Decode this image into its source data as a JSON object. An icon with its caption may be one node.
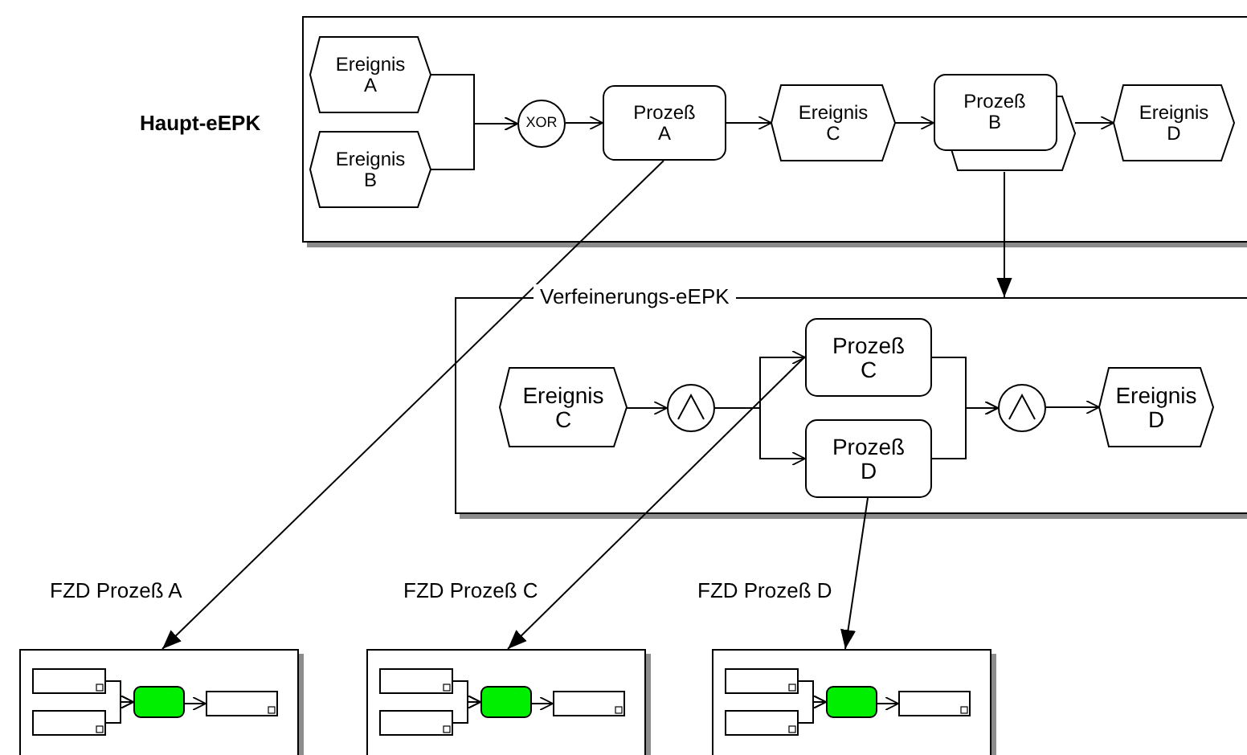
{
  "diagram": {
    "nodes": [
      {
        "text": [
          "Haupt-eEPK"
        ]
      },
      {
        "text": [
          "Ereignis A"
        ],
        "in": 0
      },
      {
        "text": [
          "Ereignis B"
        ],
        "in": 0
      },
      {
        "text": [
          "XOR"
        ],
        "in": 0
      },
      {
        "text": [
          "Prozeß A"
        ],
        "in": 0
      },
      {
        "text": [
          "Ereignis C"
        ],
        "in": 0
      },
      {
        "text": [
          "Prozeß B"
        ],
        "in": 0
      },
      {
        "text": [
          "Ereignis D"
        ],
        "in": 0
      },
      {
        "text": [
          "Verfeinerungs-eEPK"
        ]
      },
      {
        "text": [
          "Ereignis C"
        ],
        "in": 8
      },
      {
        "text": [],
        "shape": "circle",
        "in": 8
      },
      {
        "text": [
          "Prozeß C"
        ],
        "in": 8
      },
      {
        "text": [
          "Prozeß D"
        ],
        "in": 8
      },
      {
        "text": [],
        "shape": "circle",
        "in": 8
      },
      {
        "text": [
          "Ereignis D"
        ],
        "in": 8
      },
      {
        "text": [
          "FZD Prozeß A"
        ]
      },
      {
        "text": [],
        "shape": "box",
        "in": 15
      },
      {
        "text": [],
        "shape": "box",
        "in": 15
      },
      {
        "text": [],
        "shape": "box",
        "in": 15
      },
      {
        "text": [],
        "shape": "box",
        "in": 15
      },
      {
        "text": [
          "FZD Prozeß C"
        ]
      },
      {
        "text": [],
        "shape": "box",
        "in": 20
      },
      {
        "text": [],
        "shape": "box",
        "in": 20
      },
      {
        "text": [],
        "shape": "box",
        "in": 20
      },
      {
        "text": [],
        "shape": "box",
        "in": 20
      },
      {
        "text": [
          "FZD Prozeß D"
        ]
      },
      {
        "text": [],
        "shape": "box",
        "in": 25
      },
      {
        "text": [],
        "shape": "box",
        "in": 25
      },
      {
        "text": [],
        "shape": "box",
        "in": 25
      },
      {
        "text": [],
        "shape": "box",
        "in": 25
      }
    ],
    "edges": [
      {
        "from": 1,
        "to": 3,
        "arrow": "to"
      },
      {
        "from": 2,
        "to": 3,
        "arrow": "to"
      },
      {
        "from": 3,
        "to": 4,
        "arrow": "to"
      },
      {
        "from": 4,
        "to": 5,
        "arrow": "to"
      },
      {
        "from": 5,
        "to": 6,
        "arrow": "to"
      },
      {
        "from": 6,
        "to": 7,
        "arrow": "to"
      },
      {
        "from": 6,
        "to": 8,
        "arrow": "to"
      },
      {
        "from": 4,
        "to": 15,
        "arrow": "to"
      },
      {
        "from": 11,
        "to": 20,
        "arrow": "to"
      },
      {
        "from": 12,
        "to": 25,
        "arrow": "to"
      },
      {
        "from": 9,
        "to": 10,
        "arrow": "to"
      },
      {
        "from": 10,
        "to": 11,
        "arrow": "to"
      },
      {
        "from": 10,
        "to": 12,
        "arrow": "to"
      },
      {
        "from": 11,
        "to": 13,
        "arrow": "to"
      },
      {
        "from": 12,
        "to": 13,
        "arrow": "to"
      },
      {
        "from": 13,
        "to": 14,
        "arrow": "to"
      },
      {
        "from": 16,
        "to": 18,
        "arrow": "to"
      },
      {
        "from": 17,
        "to": 18,
        "arrow": "to"
      },
      {
        "from": 18,
        "to": 19,
        "arrow": "to"
      },
      {
        "from": 21,
        "to": 23,
        "arrow": "to"
      },
      {
        "from": 22,
        "to": 23,
        "arrow": "to"
      },
      {
        "from": 23,
        "to": 24,
        "arrow": "to"
      },
      {
        "from": 26,
        "to": 28,
        "arrow": "to"
      },
      {
        "from": 27,
        "to": 28,
        "arrow": "to"
      },
      {
        "from": 28,
        "to": 29,
        "arrow": "to"
      }
    ]
  }
}
